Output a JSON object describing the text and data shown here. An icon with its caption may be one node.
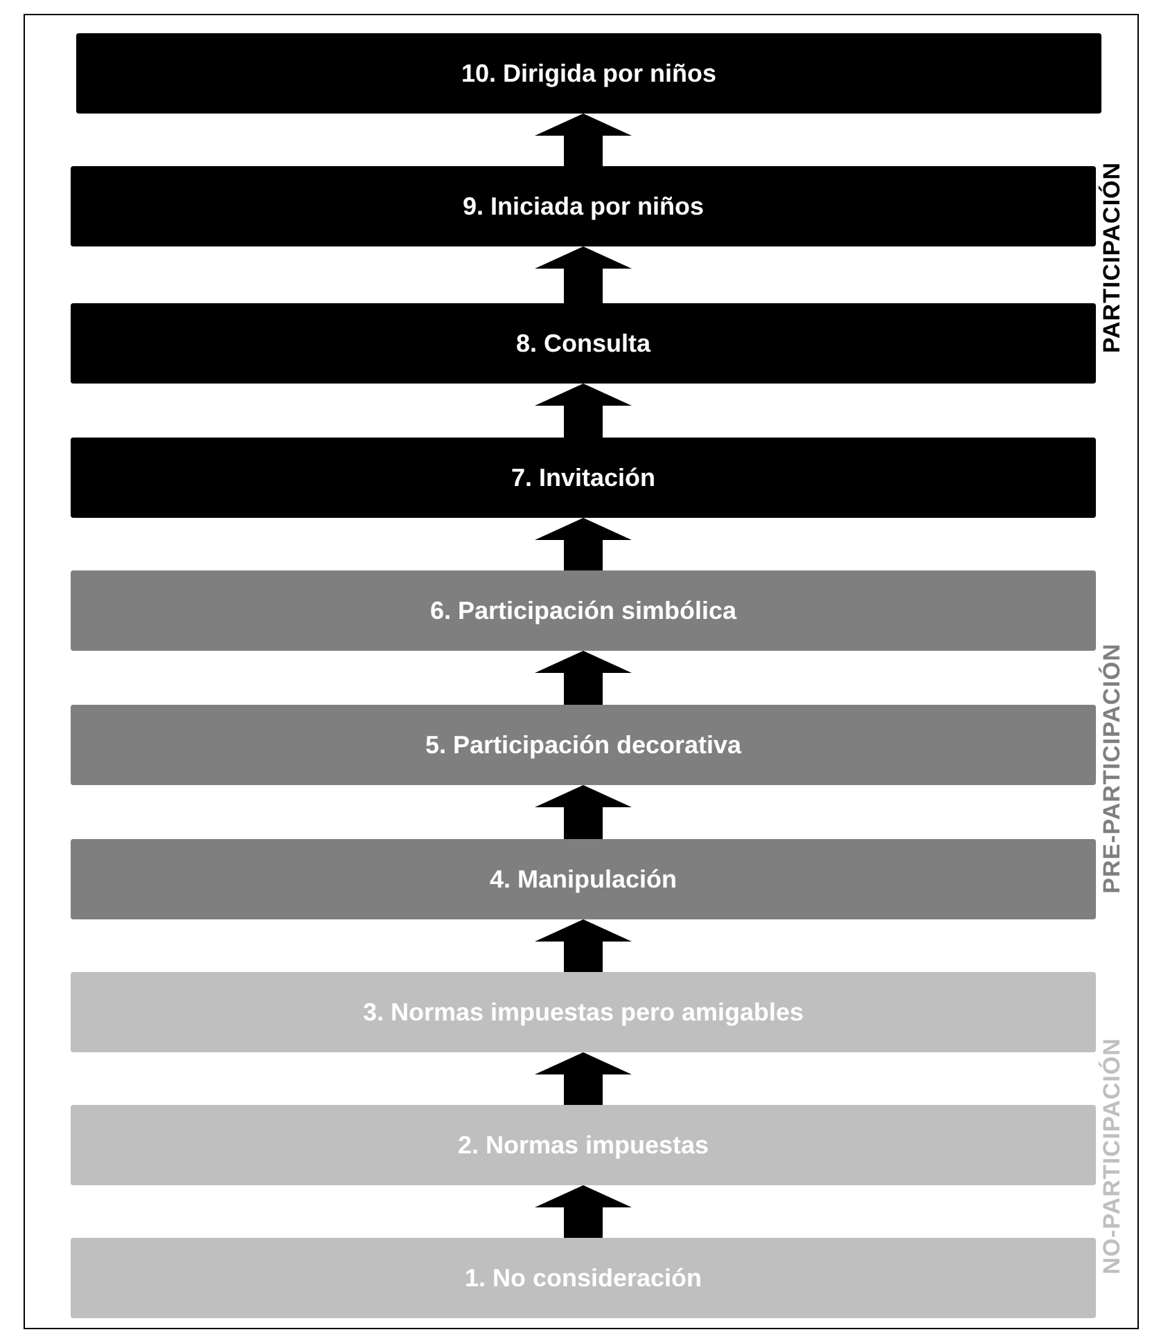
{
  "diagram": {
    "nodes": [
      {
        "text": [
          "10. Dirigida por niños"
        ]
      },
      {
        "text": [
          "9. Iniciada por niños"
        ]
      },
      {
        "text": [
          "8. Consulta"
        ]
      },
      {
        "text": [
          "7. Invitación"
        ]
      },
      {
        "text": [
          "6. Participación simbólica"
        ]
      },
      {
        "text": [
          "5. Participación decorativa"
        ]
      },
      {
        "text": [
          "4. Manipulación"
        ]
      },
      {
        "text": [
          "3. Normas impuestas pero amigables"
        ]
      },
      {
        "text": [
          "2. Normas impuestas"
        ]
      },
      {
        "text": [
          "1. No consideración"
        ]
      }
    ],
    "edges": [
      {
        "from": 9,
        "to": 8,
        "arrow": "to"
      },
      {
        "from": 8,
        "to": 7,
        "arrow": "to"
      },
      {
        "from": 7,
        "to": 6,
        "arrow": "to"
      },
      {
        "from": 6,
        "to": 5,
        "arrow": "to"
      },
      {
        "from": 5,
        "to": 4,
        "arrow": "to"
      },
      {
        "from": 4,
        "to": 3,
        "arrow": "to"
      },
      {
        "from": 3,
        "to": 2,
        "arrow": "to"
      },
      {
        "from": 2,
        "to": 1,
        "arrow": "to"
      },
      {
        "from": 1,
        "to": 0,
        "arrow": "to"
      }
    ],
    "labels": [
      "PARTICIPACIÓN",
      "PRE-PARTICIPACIÓN",
      "NO-PARTICIPACIÓN"
    ]
  }
}
